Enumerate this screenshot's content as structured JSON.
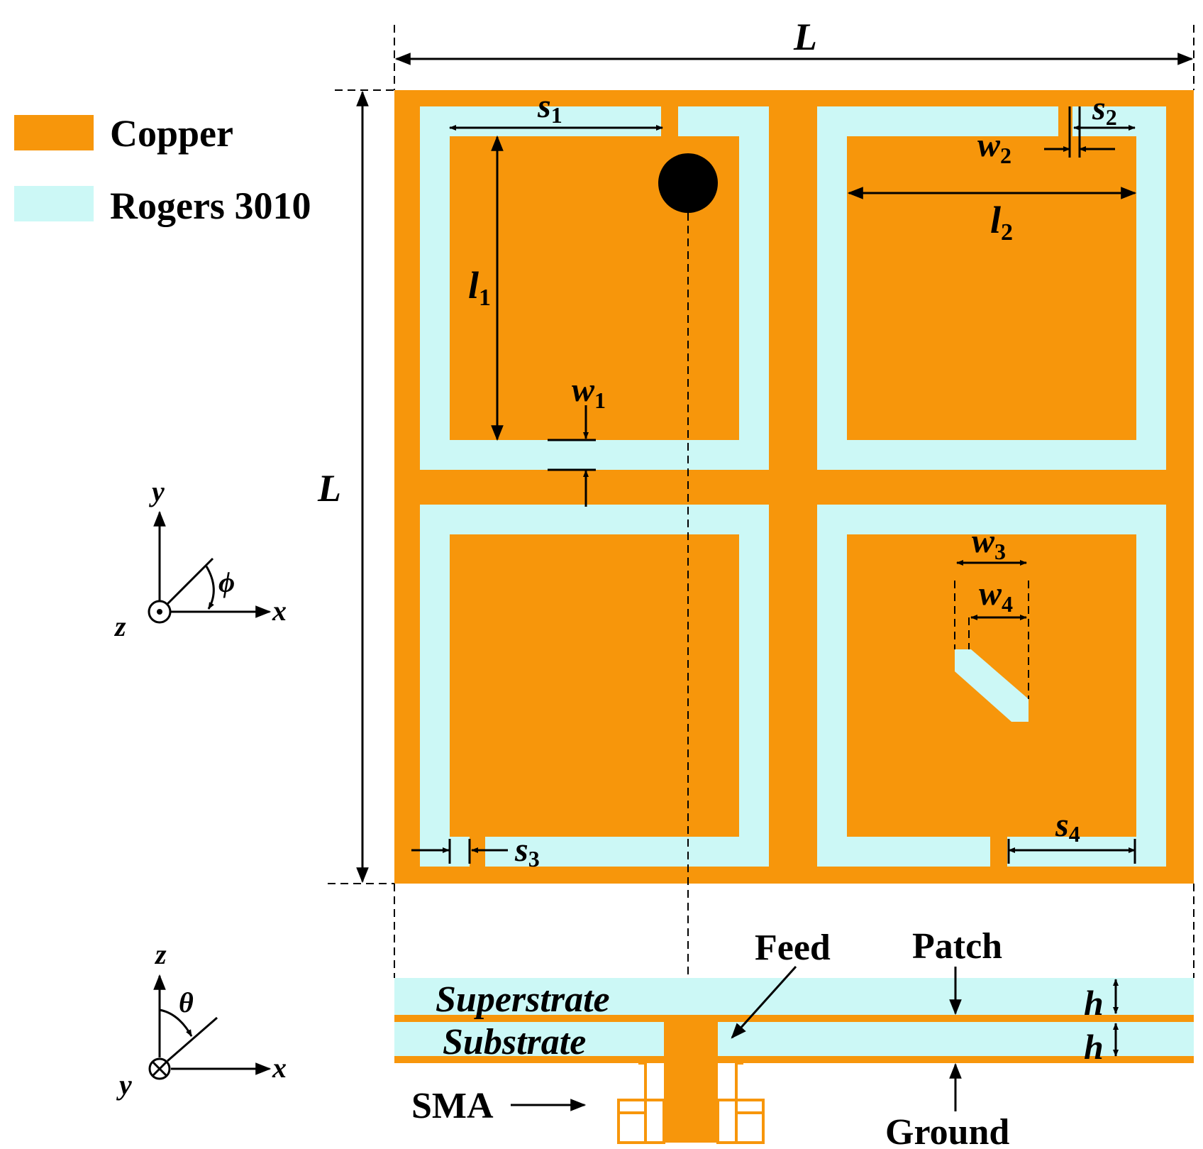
{
  "colors": {
    "copper": "#F7960B",
    "rogers": "#CCF8F6",
    "ink": "#000000",
    "background": "#FFFFFF"
  },
  "legend": [
    {
      "label": "Copper",
      "color": "#F7960B"
    },
    {
      "label": "Rogers 3010",
      "color": "#CCF8F6"
    }
  ],
  "dimensions": {
    "L_top": "L",
    "L_left": "L",
    "s1": {
      "base": "s",
      "sub": "1"
    },
    "s2": {
      "base": "s",
      "sub": "2"
    },
    "s3": {
      "base": "s",
      "sub": "3"
    },
    "s4": {
      "base": "s",
      "sub": "4"
    },
    "l1": {
      "base": "l",
      "sub": "1"
    },
    "l2": {
      "base": "l",
      "sub": "2"
    },
    "w1": {
      "base": "w",
      "sub": "1"
    },
    "w2": {
      "base": "w",
      "sub": "2"
    },
    "w3": {
      "base": "w",
      "sub": "3"
    },
    "w4": {
      "base": "w",
      "sub": "4"
    },
    "h_top": "h",
    "h_bottom": "h"
  },
  "axes_top": {
    "y": "y",
    "x": "x",
    "z": "z",
    "angle": "ϕ"
  },
  "axes_bottom": {
    "z": "z",
    "x": "x",
    "y": "y",
    "angle": "θ"
  },
  "cross_section": {
    "superstrate": "Superstrate",
    "substrate": "Substrate",
    "feed": "Feed",
    "patch": "Patch",
    "ground": "Ground",
    "sma": "SMA"
  }
}
